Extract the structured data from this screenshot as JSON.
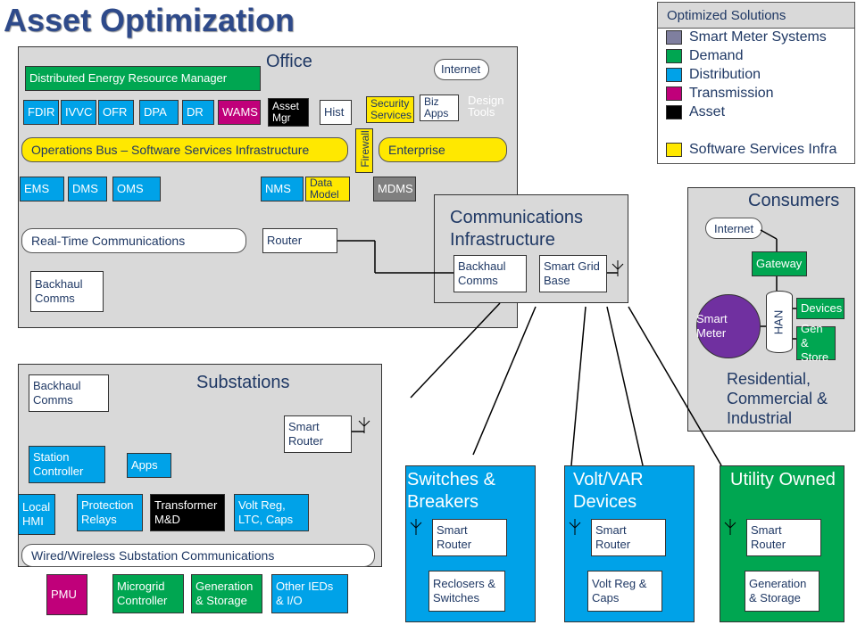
{
  "title": "Asset Optimization",
  "office": {
    "label": "Office",
    "derm": "Distributed Energy Resource Manager",
    "apps": [
      "FDIR",
      "IVVC",
      "OFR",
      "DPA",
      "DR",
      "WAMS"
    ],
    "asset_mgr": "Asset Mgr",
    "hist": "Hist",
    "security_services": "Security Services",
    "internet": "Internet",
    "biz_apps": "Biz Apps",
    "design_tools": "Design Tools",
    "ops_bus": "Operations Bus – Software Services Infrastructure",
    "firewall": "Firewall",
    "enterprise": "Enterprise",
    "ems": "EMS",
    "dms": "DMS",
    "oms": "OMS",
    "nms": "NMS",
    "data_model": "Data Model",
    "mdms": "MDMS",
    "rtc": "Real-Time Communications",
    "router": "Router",
    "backhaul": "Backhaul Comms"
  },
  "comms": {
    "title": "Communications Infrastructure",
    "backhaul": "Backhaul Comms",
    "smart_grid_base": "Smart Grid Base"
  },
  "legend": {
    "title": "Optimized Solutions",
    "items": [
      {
        "label": "Smart Meter Systems",
        "color": "#7f7f9f"
      },
      {
        "label": "Demand",
        "color": "#00a651"
      },
      {
        "label": "Distribution",
        "color": "#00a2e8"
      },
      {
        "label": "Transmission",
        "color": "#c0007a"
      },
      {
        "label": "Asset",
        "color": "#000000"
      }
    ],
    "software": {
      "label": "Software Services Infra",
      "color": "#ffe800"
    }
  },
  "consumers": {
    "title": "Consumers",
    "internet": "Internet",
    "gateway": "Gateway",
    "smart_meter": "Smart Meter",
    "han": "HAN",
    "devices": "Devices",
    "gen_store": "Gen & Store",
    "caption": "Residential, Commercial & Industrial"
  },
  "substations": {
    "title": "Substations",
    "backhaul": "Backhaul Comms",
    "smart_router": "Smart Router",
    "station_controller": "Station Controller",
    "apps": "Apps",
    "local_hmi": "Local HMI",
    "protection_relays": "Protection Relays",
    "transformer": "Transformer M&D",
    "volt_reg": "Volt Reg, LTC, Caps",
    "bus": "Wired/Wireless Substation Communications",
    "pmu": "PMU",
    "microgrid": "Microgrid Controller",
    "gen_storage": "Generation & Storage",
    "other_ieds": "Other IEDs & I/O"
  },
  "field": [
    {
      "title": "Switches & Breakers",
      "router": "Smart Router",
      "device": "Reclosers & Switches",
      "color": "#00a2e8"
    },
    {
      "title": "Volt/VAR Devices",
      "router": "Smart Router",
      "device": "Volt Reg & Caps",
      "color": "#00a2e8"
    },
    {
      "title": "Utility Owned",
      "router": "Smart Router",
      "device": "Generation & Storage",
      "color": "#00a651"
    }
  ]
}
